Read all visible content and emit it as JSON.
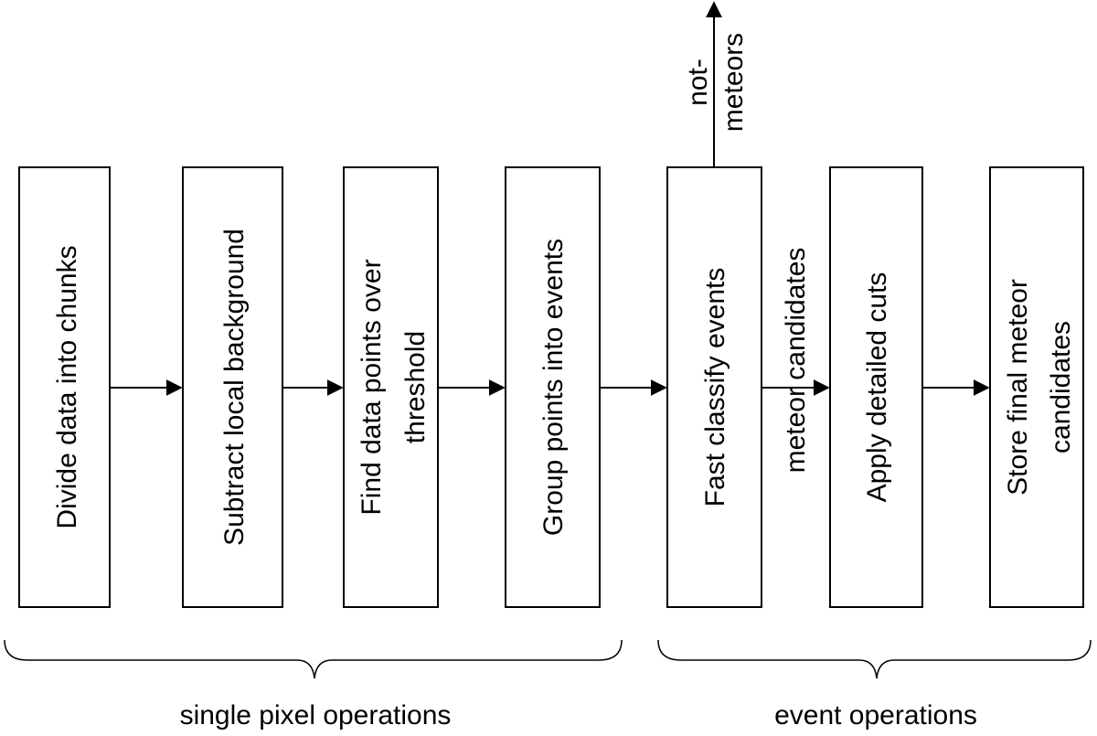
{
  "steps": [
    {
      "lines": [
        "Divide data into chunks"
      ]
    },
    {
      "lines": [
        "Subtract local background"
      ]
    },
    {
      "lines": [
        "Find data points over",
        "threshold"
      ]
    },
    {
      "lines": [
        "Group points into events"
      ]
    },
    {
      "lines": [
        "Fast classify events"
      ]
    },
    {
      "lines": [
        "Apply detailed cuts"
      ]
    },
    {
      "lines": [
        "Store final meteor",
        "candidates"
      ]
    }
  ],
  "edge_labels": {
    "not_meteors_line1": "not-",
    "not_meteors_line2": "meteors",
    "meteor_candidates": "meteor candidates"
  },
  "groups": {
    "single_pixel": "single pixel operations",
    "event": "event operations"
  }
}
